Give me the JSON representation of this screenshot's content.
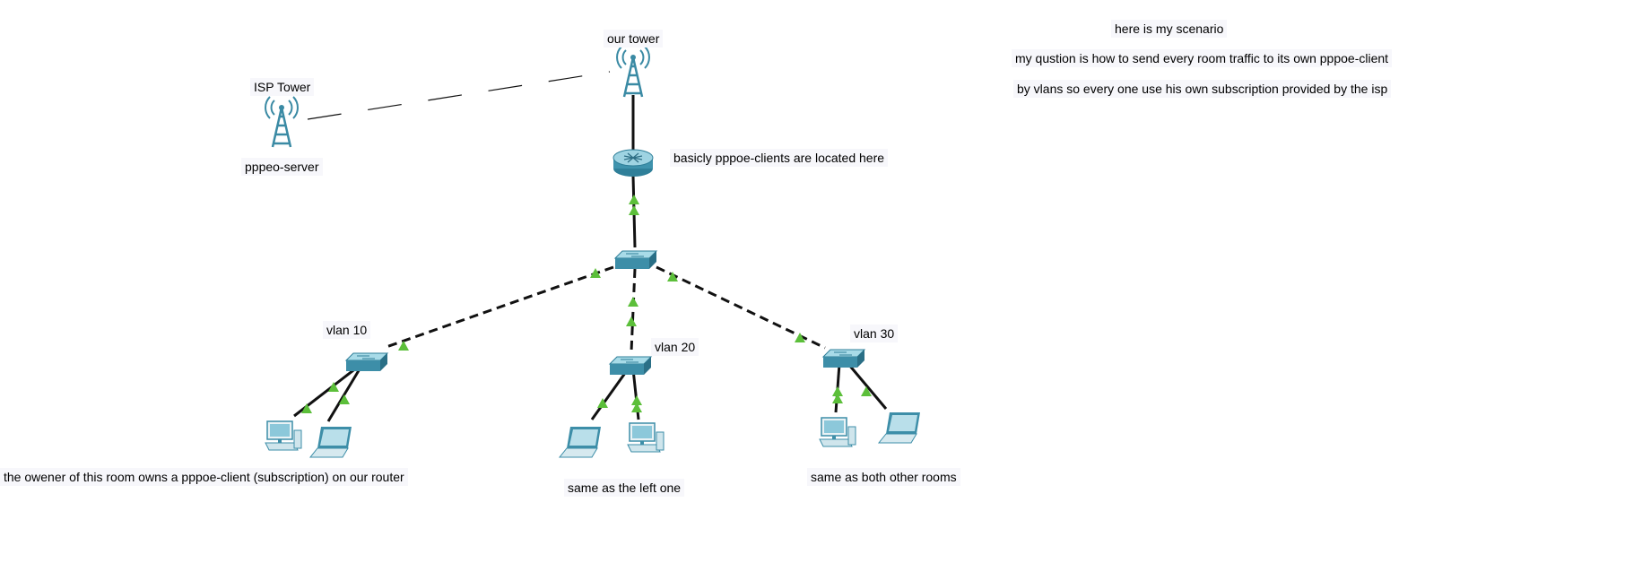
{
  "labels": {
    "isp_tower": "ISP Tower",
    "pppoe_server": "pppeo-server",
    "our_tower": "our tower",
    "router_note": "basicly pppoe-clients are located here",
    "scenario": "here is my scenario",
    "question": "my qustion is how to send every room traffic to its own pppoe-client",
    "question2": "by vlans so every one use his own subscription provided by the isp",
    "vlan10": "vlan 10",
    "vlan20": "vlan 20",
    "vlan30": "vlan 30",
    "room1_note": "the owener of this room owns a pppoe-client (subscription) on our router",
    "room2_note": "same as the left one",
    "room3_note": "same as both other rooms"
  },
  "icons": {
    "tower": "radio-tower-icon",
    "router": "router-icon",
    "switch": "switch-icon",
    "pc": "desktop-pc-icon",
    "laptop": "laptop-icon"
  },
  "colors": {
    "device": "#3d8ea8",
    "device_light": "#7fc0d4",
    "link": "#111111",
    "link_up": "#5cbf3a",
    "label_bg": "#f7f7fb"
  }
}
